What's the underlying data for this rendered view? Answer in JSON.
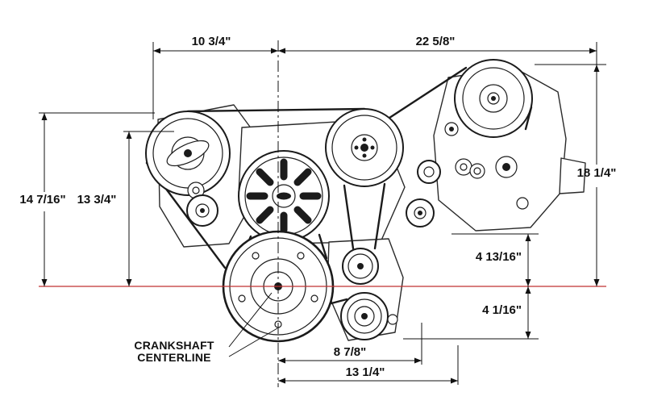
{
  "drawing": {
    "background": "#ffffff",
    "line_color": "#1b1b1b",
    "centerline_color": "#c03030",
    "dims": {
      "top_left": "10 3/4\"",
      "top_right": "22 5/8\"",
      "left_outer": "14 7/16\"",
      "left_inner": "13 3/4\"",
      "right_side": "18 1/4\"",
      "right_mid_upper": "4 13/16\"",
      "right_mid_lower": "4 1/16\"",
      "bottom_inner": "8 7/8\"",
      "bottom_outer": "13 1/4\""
    },
    "labels": {
      "crankshaft_line1": "CRANKSHAFT",
      "crankshaft_line2": "CENTERLINE"
    }
  }
}
